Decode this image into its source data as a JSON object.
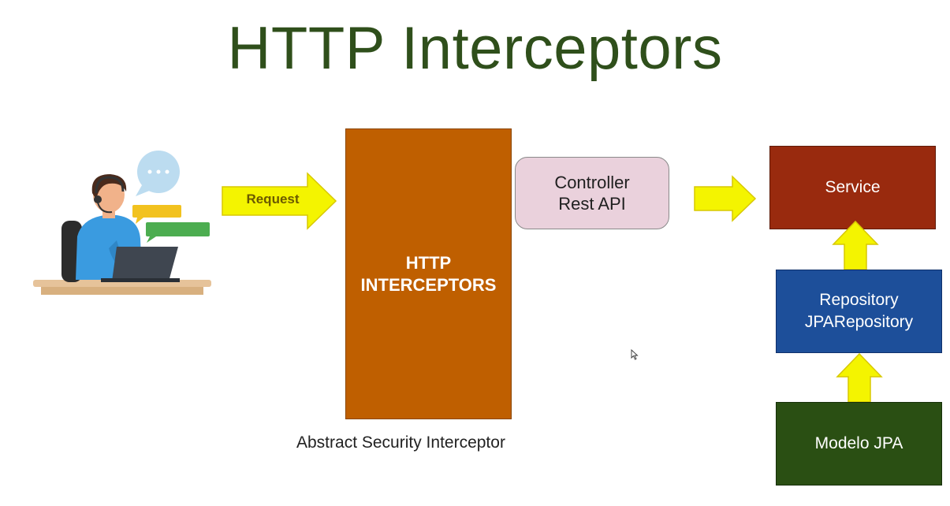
{
  "title": "HTTP Interceptors",
  "colors": {
    "title": "#2f4f1b",
    "interceptor": "#bf5f00",
    "controller": "#ead1dc",
    "service": "#992a0e",
    "repository": "#1d4f9a",
    "modelo": "#2a4f13",
    "arrow": "#f4f400"
  },
  "user_illustration": {
    "icon": "user-at-laptop-chatting-icon"
  },
  "request_arrow": {
    "label": "Request"
  },
  "interceptor_box": {
    "label": "HTTP\nINTERCEPTORS"
  },
  "interceptor_caption": "Abstract Security Interceptor",
  "controller_box": {
    "label": "Controller\nRest API"
  },
  "service_box": {
    "label": "Service"
  },
  "repository_box": {
    "label": "Repository\nJPARepository"
  },
  "modelo_box": {
    "label": "Modelo JPA"
  }
}
